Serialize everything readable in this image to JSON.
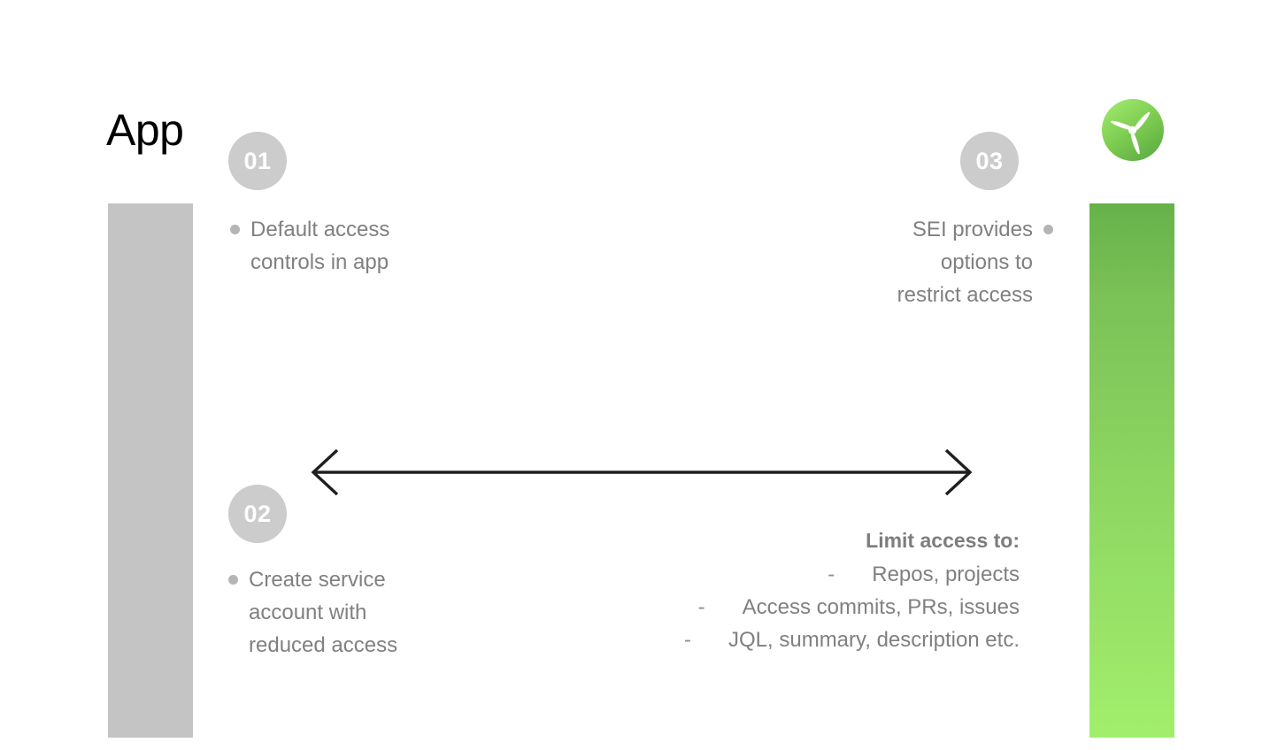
{
  "title": "App",
  "colors": {
    "bar_left": "#c4c4c4",
    "bar_right_top": "#66b24a",
    "bar_right_bottom": "#a2ee6c",
    "badge": "#cccccc",
    "text": "#808080",
    "arrow": "#1f1f1f",
    "logo_green_light": "#9ee86b",
    "logo_green_dark": "#64b347"
  },
  "logo": {
    "name": "harness-propeller-logo",
    "shape": "three-blade-propeller-in-circle"
  },
  "steps": [
    {
      "number": "01",
      "text": "Default access\ncontrols in app",
      "align": "left"
    },
    {
      "number": "02",
      "text": "Create service\naccount with\nreduced access",
      "align": "left"
    },
    {
      "number": "03",
      "text": "SEI provides\noptions to\nrestrict access",
      "align": "right"
    }
  ],
  "arrow": {
    "name": "double-headed-horizontal-arrow",
    "direction": "bidirectional"
  },
  "limit_access": {
    "heading": "Limit access to:",
    "dash": "-",
    "items": [
      "Repos, projects",
      "Access commits, PRs, issues",
      "JQL, summary, description etc."
    ]
  }
}
